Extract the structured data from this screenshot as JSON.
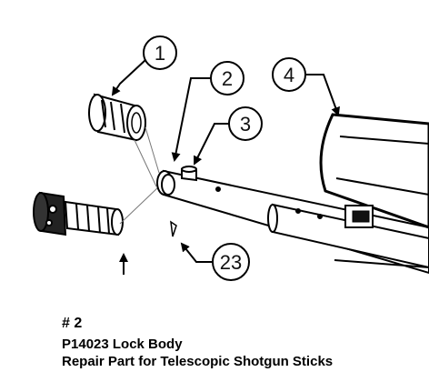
{
  "callouts": {
    "c1": "1",
    "c2": "2",
    "c3": "3",
    "c4": "4",
    "c23": "23"
  },
  "caption": {
    "number": "# 2",
    "line1": "P14023 Lock Body",
    "line2": "Repair Part for Telescopic Shotgun Sticks"
  }
}
